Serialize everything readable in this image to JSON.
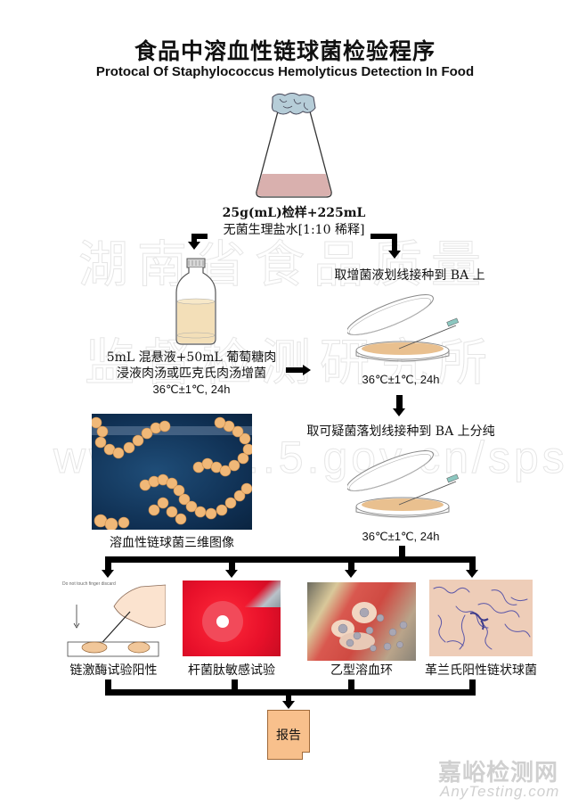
{
  "header": {
    "title_cn": "食品中溶血性链球菌检验程序",
    "title_en": "Protocal Of Staphylococcus Hemolyticus Detection In Food"
  },
  "watermark": {
    "line1": "湖南省食品质量",
    "line2": "监督检测研究所",
    "line3": "www.hn...5.gov.cn/sps"
  },
  "steps": {
    "sample": {
      "line1": "25g(mL)检样+225mL",
      "line2": "无菌生理盐水[1:10 稀释]",
      "icon": "erlenmeyer-flask-icon"
    },
    "enrichment": {
      "line1": "5mL 混悬液+50mL 葡萄糖肉",
      "line2": "浸液肉汤或匹克氏肉汤增菌",
      "temp": "36℃±1℃, 24h",
      "icon": "culture-bottle-icon"
    },
    "streak_ba": {
      "label": "取增菌液划线接种到 BA 上",
      "temp": "36℃±1℃, 24h",
      "icon": "petri-dish-icon"
    },
    "purify_ba": {
      "label": "取可疑菌落划线接种到 BA 上分纯",
      "temp": "36℃±1℃, 24h",
      "icon": "petri-dish-icon"
    },
    "sem_image": {
      "caption": "溶血性链球菌三维图像"
    }
  },
  "tests": [
    {
      "caption": "链激酶试验阳性",
      "image": "slide-test-image",
      "inset_text": "Do not touch finger discard"
    },
    {
      "caption": "杆菌肽敏感试验",
      "image": "bacitracin-disk-image"
    },
    {
      "caption": "乙型溶血环",
      "image": "beta-hemolysis-plate-image"
    },
    {
      "caption": "革兰氏阳性链状球菌",
      "image": "gram-stain-image"
    }
  ],
  "report": {
    "label": "报告"
  },
  "logo": {
    "cn": "嘉峪检测网",
    "en": "AnyTesting.com"
  },
  "colors": {
    "flask_liquid": "#d9b0ae",
    "bottle_liquid": "#f3dfb8",
    "agar": "#e9c08f",
    "report_fill": "#f8c08c",
    "line": "#000000"
  }
}
